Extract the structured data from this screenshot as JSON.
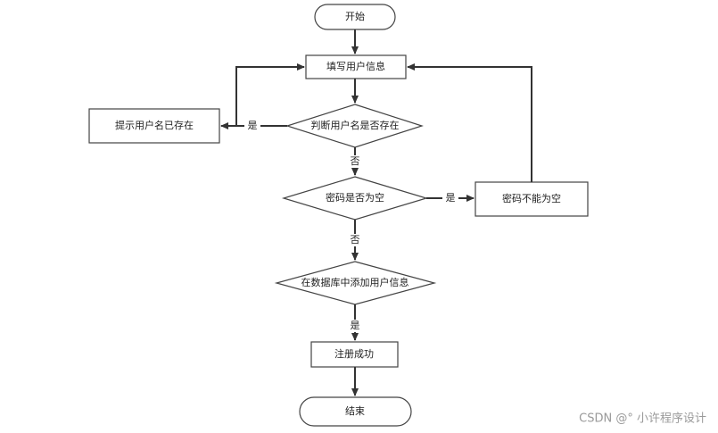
{
  "nodes": {
    "start": "开始",
    "fill_info": "填写用户信息",
    "check_username": "判断用户名是否存在",
    "prompt_exists": "提示用户名已存在",
    "check_password": "密码是否为空",
    "password_empty": "密码不能为空",
    "add_to_db": "在数据库中添加用户信息",
    "register_success": "注册成功",
    "end": "结束"
  },
  "edges": {
    "username_exists_yes": "是",
    "username_exists_no": "否",
    "password_empty_yes": "是",
    "password_empty_no": "否",
    "add_db_yes": "是"
  },
  "watermark": "CSDN @° 小许程序设计"
}
